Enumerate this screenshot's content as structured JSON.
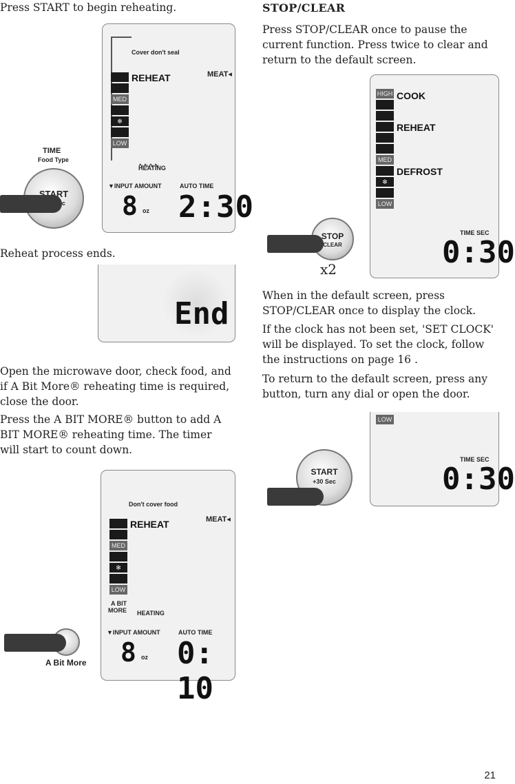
{
  "left": {
    "p1": "Press START to begin reheating.",
    "p2": "Reheat process ends.",
    "p3": "Open the microwave door, check food, and if A Bit More® reheating time is required, close the door.",
    "p4": "Press the A BIT MORE® button to add A BIT MORE® reheating time. The timer will start to count down."
  },
  "right": {
    "heading": "STOP/CLEAR",
    "p1": "Press STOP/CLEAR once to pause the current function. Press twice to clear and return to the default screen.",
    "p2": "When in the default screen, press STOP/CLEAR once to display the clock.",
    "p3": "If the clock has not been set, 'SET CLOCK' will be displayed. To set the clock, follow the instructions on page 16 .",
    "p4": "To return to the default screen, press any button, turn any dial or open the door.",
    "x2": "x2"
  },
  "fig1": {
    "cover": "Cover  don't seal",
    "reheat": "REHEAT",
    "meat": "MEAT◂",
    "med": "MED",
    "low": "LOW",
    "heating": "HEATING",
    "input_amount": "▼INPUT AMOUNT",
    "auto_time": "AUTO TIME",
    "amount": "8",
    "unit": "oz",
    "time": "2:30",
    "time_label": "TIME",
    "food_type": "Food Type",
    "start": "START",
    "plus30": "+30 Sec"
  },
  "fig2": {
    "end": "End"
  },
  "fig3": {
    "cover": "Don't cover food",
    "reheat": "REHEAT",
    "meat": "MEAT◂",
    "med": "MED",
    "low": "LOW",
    "abit": "A BIT",
    "more": "MORE",
    "heating": "HEATING",
    "input_amount": "▼INPUT AMOUNT",
    "auto_time": "AUTO TIME",
    "amount": "8",
    "unit": "oz",
    "time": "0: 10",
    "button": "A Bit More"
  },
  "fig4": {
    "high": "HIGH",
    "cook": "COOK",
    "reheat": "REHEAT",
    "med": "MED",
    "defrost": "DEFROST",
    "low": "LOW",
    "time_sec": "TIME  SEC",
    "time": "0:30",
    "stop": "STOP",
    "clear": "CLEAR"
  },
  "fig5": {
    "low": "LOW",
    "time_sec": "TIME  SEC",
    "time": "0:30",
    "start": "START",
    "plus30": "+30 Sec"
  },
  "page_number": "21"
}
